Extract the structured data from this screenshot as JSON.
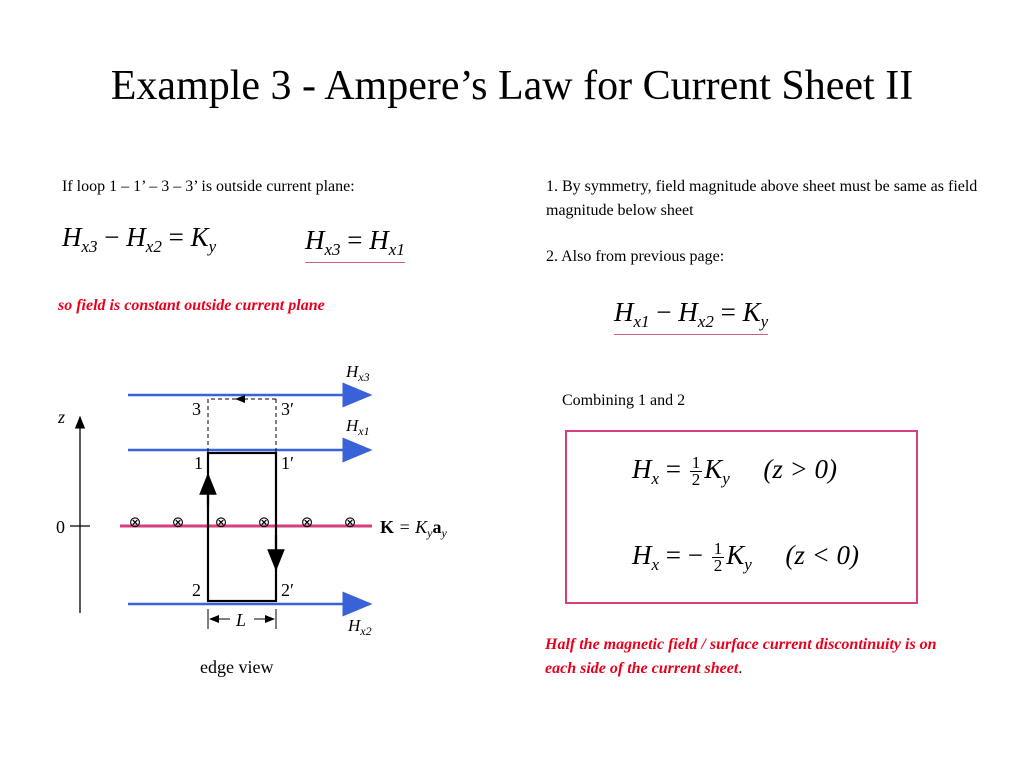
{
  "title": "Example 3 - Ampere’s Law for Current Sheet II",
  "left": {
    "condition": "If loop 1 – 1’ – 3 – 3’ is outside current plane:",
    "eq1": {
      "H": "H",
      "x3": "x3",
      "minus": "−",
      "x2": "x2",
      "eq": "=",
      "K": "K",
      "y": "y"
    },
    "eq2": {
      "H": "H",
      "x3": "x3",
      "eq": "=",
      "x1": "x1"
    },
    "conclusion": "so field is constant outside current plane"
  },
  "right": {
    "point1": "1. By symmetry, field magnitude above sheet must be same as field magnitude below sheet",
    "point2": "2. Also from previous page:",
    "eq3": {
      "H": "H",
      "x1": "x1",
      "minus": "−",
      "x2": "x2",
      "eq": "=",
      "K": "K",
      "y": "y"
    },
    "combining": "Combining 1 and 2",
    "result1": {
      "H": "H",
      "x": "x",
      "eq": "=",
      "num": "1",
      "den": "2",
      "K": "K",
      "y": "y",
      "cond": "(z > 0)"
    },
    "result2": {
      "H": "H",
      "x": "x",
      "eq": "= −",
      "num": "1",
      "den": "2",
      "K": "K",
      "y": "y",
      "cond": "(z < 0)"
    },
    "note_italic": "Half the magnetic field / surface current discontinuity is on each side of the current sheet",
    "note_period": "."
  },
  "diagram": {
    "z_label": "z",
    "zero_label": "0",
    "hx3": "x3",
    "hx1": "x1",
    "hx2": "x2",
    "H": "H",
    "n3": "3",
    "n3p": "3′",
    "n1": "1",
    "n1p": "1′",
    "n2": "2",
    "n2p": "2′",
    "L": "L",
    "K_bold": "K",
    "K_eq": " = K",
    "K_sub": "y",
    "a_bold": "a",
    "a_sub": "y",
    "otimes": "⊗",
    "edge_view": "edge view",
    "colors": {
      "field": "#3a62d8",
      "sheet": "#d63f7e",
      "loop": "#000000"
    }
  }
}
